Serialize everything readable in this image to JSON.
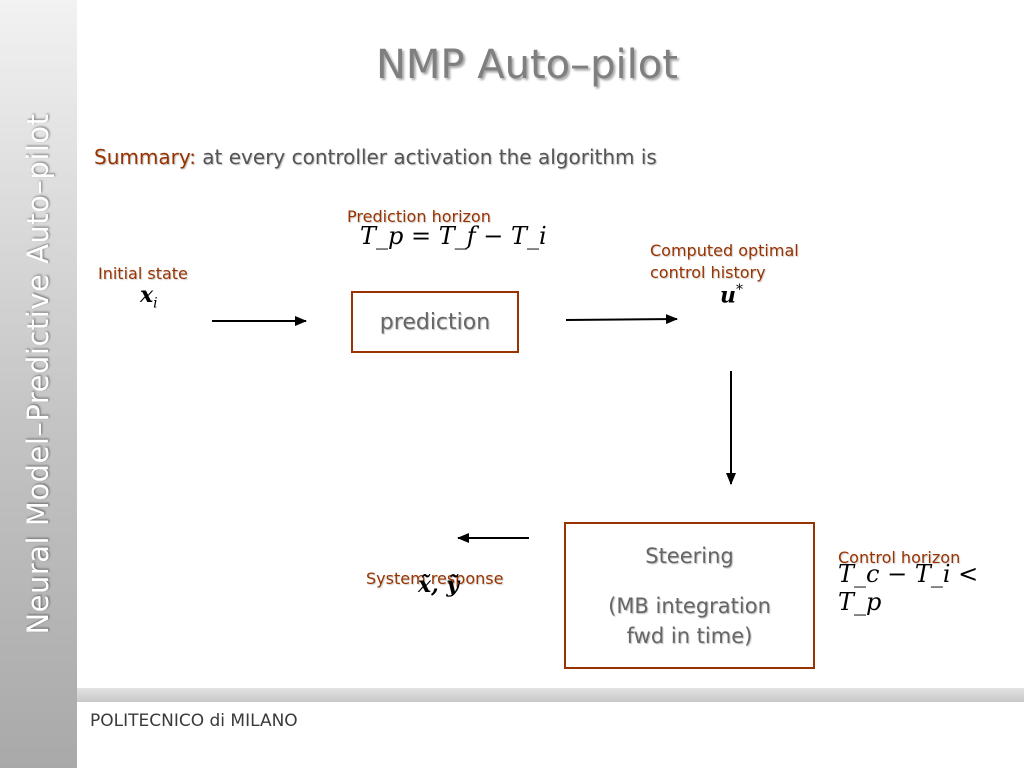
{
  "sidebar": {
    "title": "Neural Model–Predictive Auto–pilot"
  },
  "slide": {
    "title": "NMP Auto–pilot"
  },
  "summary": {
    "lead": "Summary:",
    "text": "at every controller activation the algorithm is"
  },
  "diagram": {
    "initial_state": {
      "label": "Initial state",
      "symbol": "x",
      "subscript": "i"
    },
    "prediction_horizon": {
      "label": "Prediction horizon",
      "formula": "T_p = T_f − T_i"
    },
    "prediction_box": {
      "label": "prediction"
    },
    "optimal_control": {
      "label_line1": "Computed optimal",
      "label_line2": "control history",
      "symbol": "u",
      "superscript": "*"
    },
    "steering_box": {
      "line1": "Steering",
      "line2": "(MB integration",
      "line3": "fwd in time)"
    },
    "control_horizon": {
      "label": "Control horizon",
      "formula": "T_c − T_i < T_p"
    },
    "system_response": {
      "label": "System response",
      "symbols": "x̃, ỹ"
    }
  },
  "footer": {
    "text": "POLITECNICO di MILANO"
  },
  "colors": {
    "accent": "#993300",
    "title_gray": "#7f7f7f",
    "text_gray": "#555555"
  }
}
